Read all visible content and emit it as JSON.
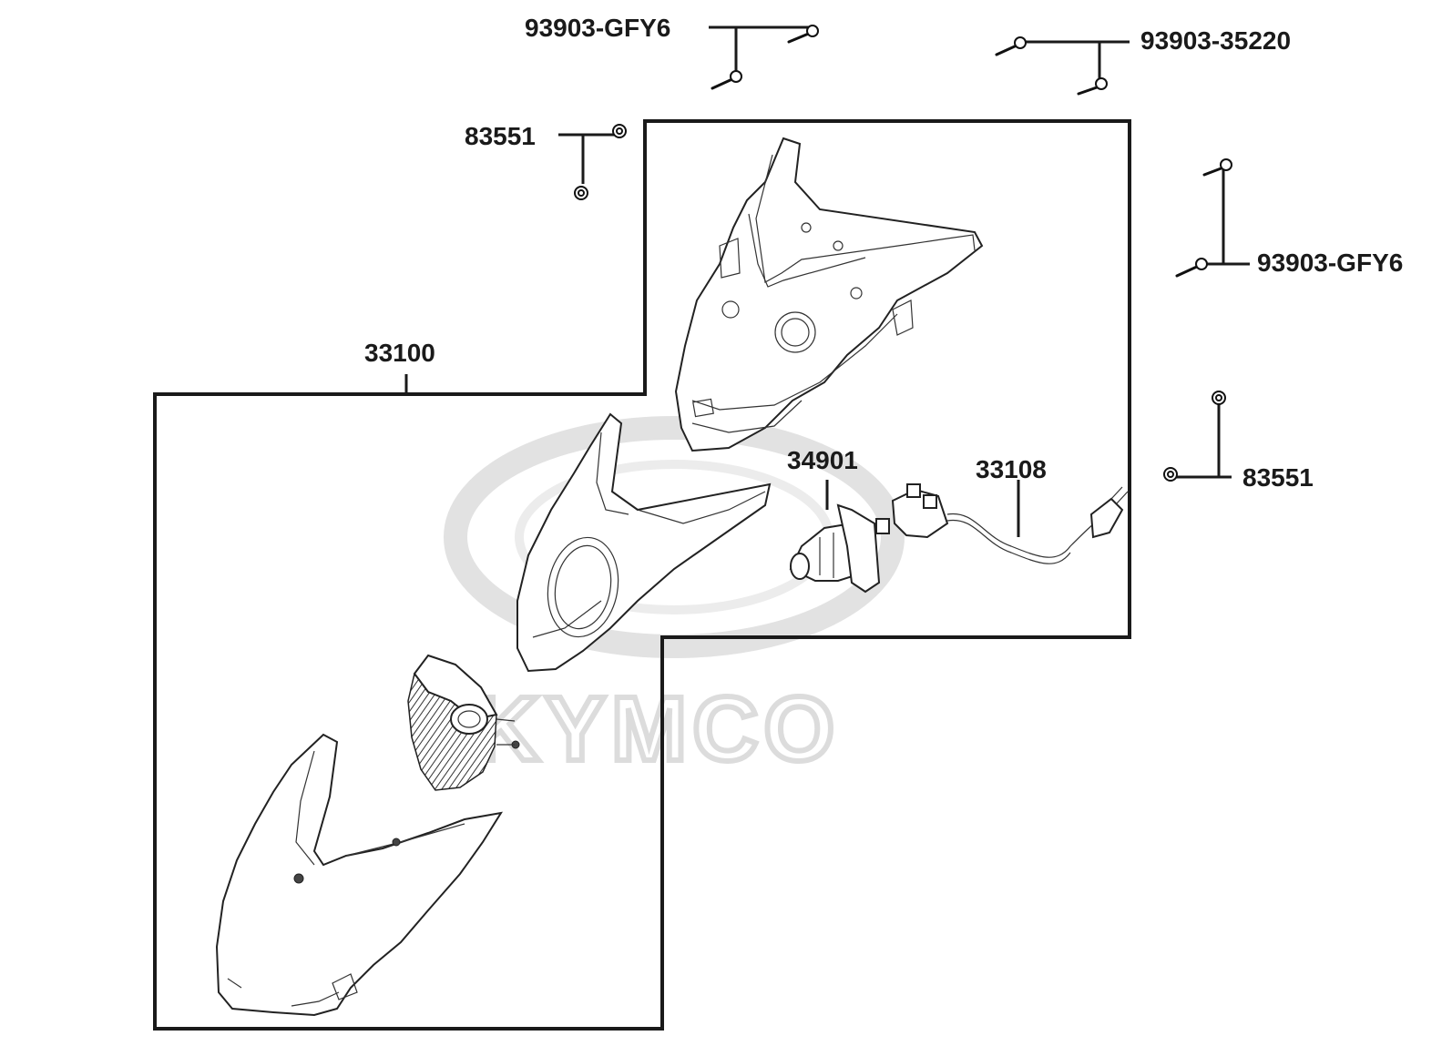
{
  "watermark": {
    "text": "KYMCO"
  },
  "labels": {
    "bolt_top_left": "93903-GFY6",
    "bolt_top_right": "93903-35220",
    "grommet_top": "83551",
    "bolt_right": "93903-GFY6",
    "headlight_assy": "33100",
    "bulb": "34901",
    "socket_harness": "33108",
    "grommet_right": "83551"
  }
}
